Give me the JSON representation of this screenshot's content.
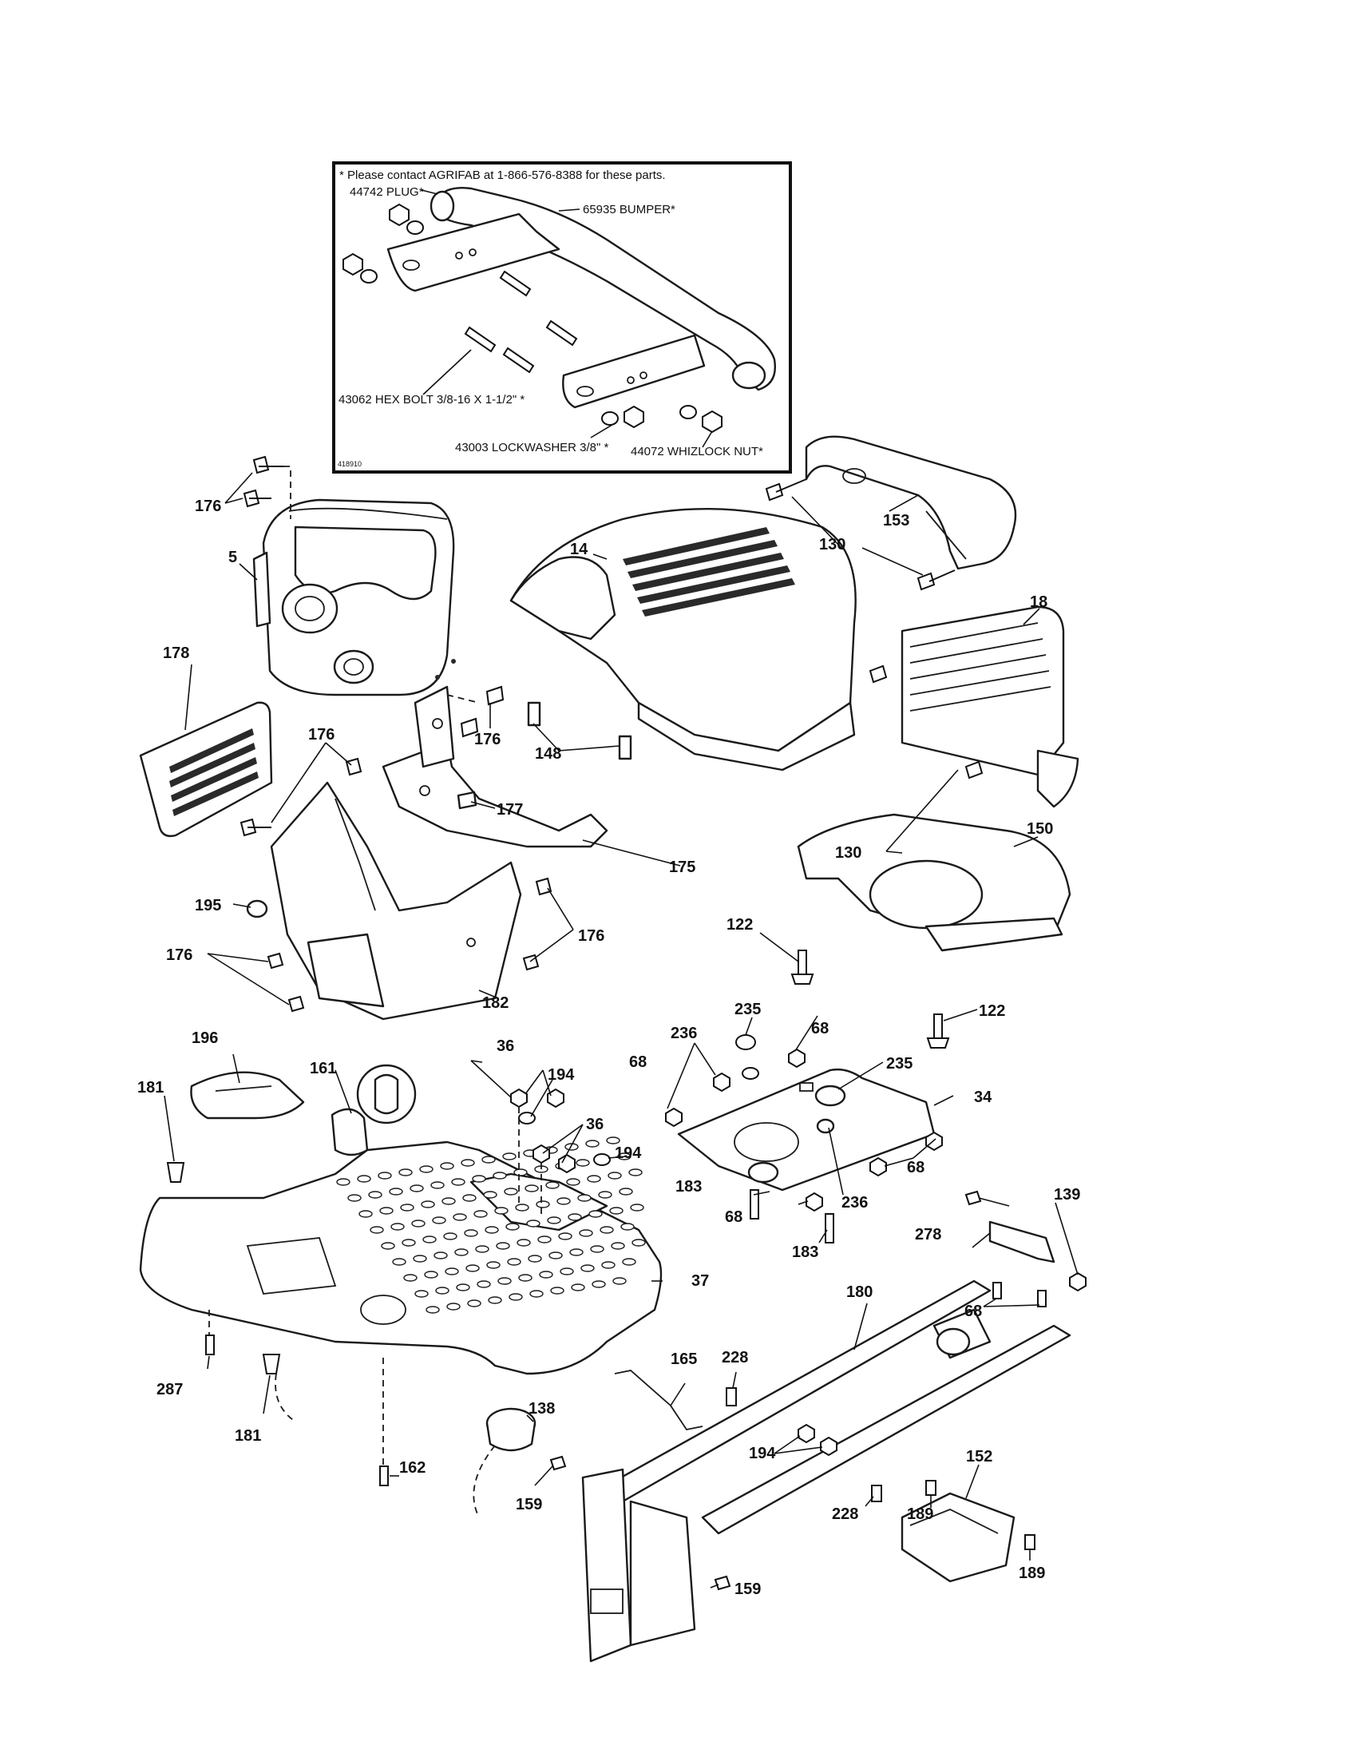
{
  "inset": {
    "note": "* Please contact AGRIFAB at 1-866-576-8388 for these parts.",
    "callouts": {
      "plug": "44742 PLUG*",
      "bumper": "65935 BUMPER*",
      "hex_bolt": "43062 HEX BOLT 3/8-16 X 1-1/2\" *",
      "lockwasher": "43003 LOCKWASHER 3/8\" *",
      "whizlock": "44072 WHIZLOCK NUT*"
    },
    "figure_code": "418910"
  },
  "parts": {
    "p5": "5",
    "p14": "14",
    "p18": "18",
    "p34": "34",
    "p36": "36",
    "p37": "37",
    "p68": "68",
    "p122": "122",
    "p130": "130",
    "p138": "138",
    "p139": "139",
    "p148": "148",
    "p150": "150",
    "p152": "152",
    "p153": "153",
    "p159": "159",
    "p161": "161",
    "p162": "162",
    "p165": "165",
    "p175": "175",
    "p176": "176",
    "p177": "177",
    "p178": "178",
    "p180": "180",
    "p181": "181",
    "p182": "182",
    "p183": "183",
    "p189": "189",
    "p194": "194",
    "p195": "195",
    "p196": "196",
    "p228": "228",
    "p235": "235",
    "p236": "236",
    "p278": "278",
    "p287": "287"
  }
}
